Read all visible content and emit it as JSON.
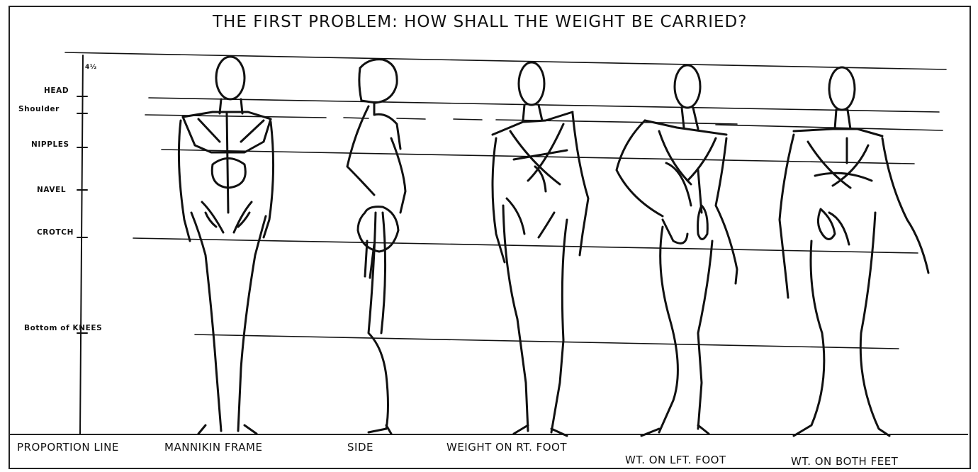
{
  "title": "THE FIRST PROBLEM: HOW SHALL THE WEIGHT BE CARRIED?",
  "proportion_scale": {
    "note": "4½",
    "marks": [
      "HEAD",
      "Shoulder",
      "NIPPLES",
      "NAVEL",
      "CROTCH",
      "Bottom of KNEES"
    ]
  },
  "captions": [
    "PROPORTION LINE",
    "MANNIKIN FRAME",
    "SIDE",
    "WEIGHT ON RT. FOOT",
    "WT. ON LFT. FOOT",
    "WT. ON BOTH FEET"
  ]
}
